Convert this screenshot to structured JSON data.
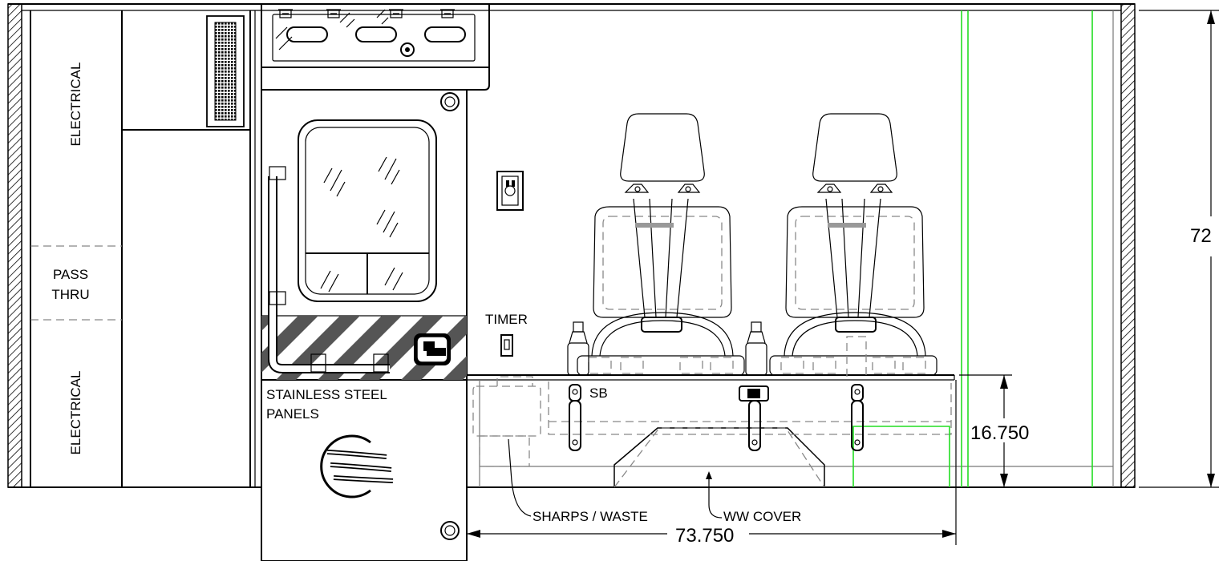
{
  "labels": {
    "electrical_top": "ELECTRICAL",
    "pass_thru_line1": "PASS",
    "pass_thru_line2": "THRU",
    "electrical_bottom": "ELECTRICAL",
    "timer": "TIMER",
    "stainless_line1": "STAINLESS STEEL",
    "stainless_line2": "PANELS",
    "sb": "SB",
    "sharps_waste": "SHARPS / WASTE",
    "ww_cover": "WW COVER"
  },
  "dimensions": {
    "overall_height": "72",
    "bench_height": "16.750",
    "bench_length": "73.750"
  },
  "colors": {
    "line": "#000000",
    "hidden_line": "#888888",
    "reference_line": "#22dd22",
    "hazard_stripe": "#555555"
  }
}
